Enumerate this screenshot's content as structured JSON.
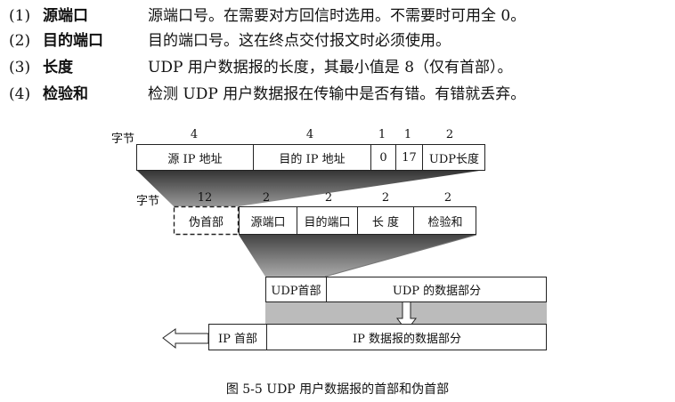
{
  "definitions": [
    {
      "num": "(1)",
      "term": "源端口",
      "desc": "源端口号。在需要对方回信时选用。不需要时可用全 0。"
    },
    {
      "num": "(2)",
      "term": "目的端口",
      "desc": "目的端口号。这在终点交付报文时必须使用。"
    },
    {
      "num": "(3)",
      "term": "长度",
      "desc": "UDP 用户数据报的长度，其最小值是 8（仅有首部）。"
    },
    {
      "num": "(4)",
      "term": "检验和",
      "desc": "检测 UDP 用户数据报在传输中是否有错。有错就丢弃。"
    }
  ],
  "pseudo_header": {
    "bytes_label": "字节",
    "sizes": [
      "4",
      "4",
      "1",
      "1",
      "2"
    ],
    "fields": [
      "源 IP 地址",
      "目的 IP 地址",
      "0",
      "17",
      "UDP长度"
    ]
  },
  "udp_header": {
    "bytes_label": "字节",
    "sizes": [
      "12",
      "2",
      "2",
      "2",
      "2"
    ],
    "fields": [
      "伪首部",
      "源端口",
      "目的端口",
      "长 度",
      "检验和"
    ]
  },
  "udp_datagram": {
    "header": "UDP首部",
    "data": "UDP 的数据部分"
  },
  "ip_datagram": {
    "header": "IP 首部",
    "data": "IP 数据报的数据部分"
  },
  "caption": "图 5-5   UDP 用户数据报的首部和伪首部"
}
